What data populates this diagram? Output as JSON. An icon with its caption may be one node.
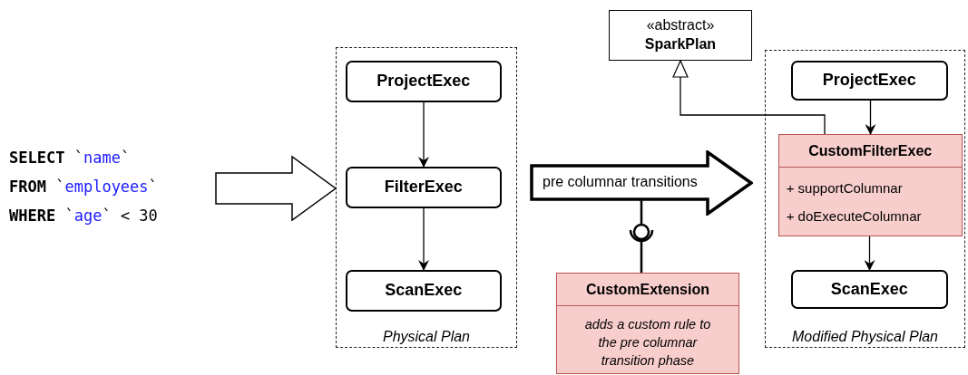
{
  "diagram": {
    "nodes": [
      {
        "text": [
          "SELECT `name`",
          "FROM `employees`",
          "WHERE `age` < 30"
        ]
      },
      {
        "text": [
          "Physical Plan"
        ]
      },
      {
        "text": [
          "ProjectExec"
        ],
        "in": 1
      },
      {
        "text": [
          "FilterExec"
        ],
        "in": 1
      },
      {
        "text": [
          "ScanExec"
        ],
        "in": 1
      },
      {
        "text": [
          "«abstract»",
          "SparkPlan"
        ]
      },
      {
        "text": [
          "pre columnar transitions"
        ]
      },
      {
        "text": [
          "Modified Physical Plan"
        ]
      },
      {
        "text": [
          "ProjectExec"
        ],
        "in": 7
      },
      {
        "text": [
          "CustomFilterExec",
          "+ supportColumnar",
          "+ doExecuteColumnar"
        ],
        "in": 7
      },
      {
        "text": [
          "ScanExec"
        ],
        "in": 7
      },
      {
        "text": [
          "CustomExtension",
          "adds a custom rule to the pre columnar transition phase"
        ]
      }
    ],
    "edges": [
      {
        "from": 0,
        "to": 1,
        "arrow": "to",
        "style": "thick"
      },
      {
        "from": 2,
        "to": 3,
        "arrow": "to"
      },
      {
        "from": 3,
        "to": 4,
        "arrow": "to"
      },
      {
        "from": 8,
        "to": 9,
        "arrow": "to"
      },
      {
        "from": 9,
        "to": 10,
        "arrow": "to"
      },
      {
        "from": 9,
        "to": 5,
        "arrow": "to"
      },
      {
        "from": 11,
        "to": 6,
        "arrow": "other"
      }
    ]
  }
}
